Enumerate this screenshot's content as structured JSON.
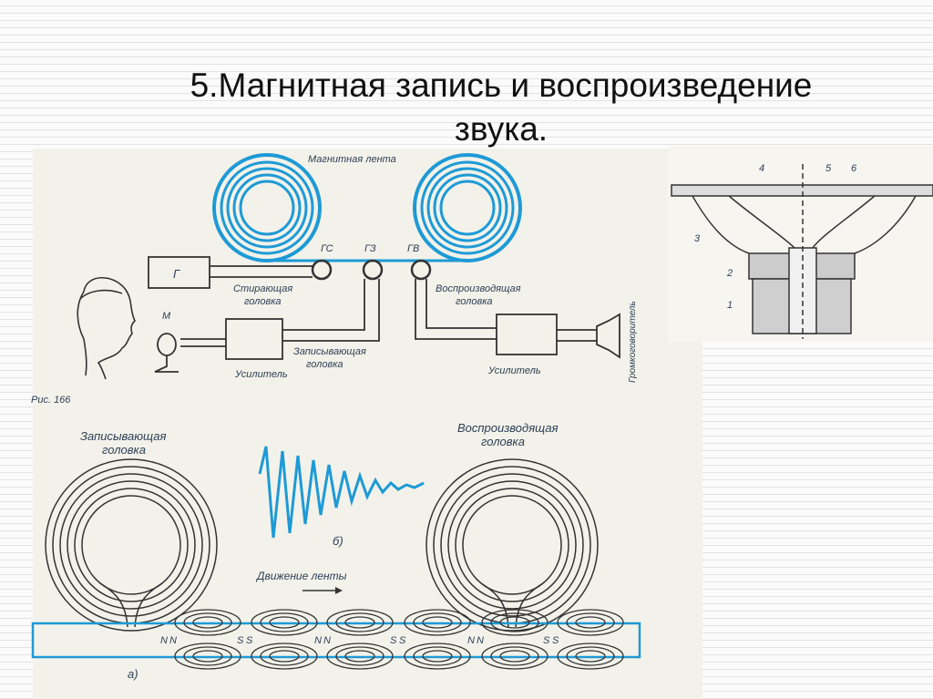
{
  "slide": {
    "title_line1": "5.Магнитная запись и воспроизведение",
    "title_line2": "звука."
  },
  "figure_top": {
    "tape_label": "Магнитная лента",
    "head_gs": "ГС",
    "head_gz": "ГЗ",
    "head_gv": "ГВ",
    "generator": "Г",
    "erasing_head": [
      "Стирающая",
      "головка"
    ],
    "recording_head": [
      "Записывающая",
      "головка"
    ],
    "playback_head": [
      "Воспроизводящая",
      "головка"
    ],
    "mic": "М",
    "amp_left": "Усилитель",
    "amp_right": "Усилитель",
    "speaker": "Громкоговоритель",
    "fig_caption": "Рис. 166"
  },
  "figure_speaker": {
    "n1": "1",
    "n2": "2",
    "n3": "3",
    "n4": "4",
    "n5": "5",
    "n6": "6"
  },
  "figure_bottom": {
    "recording_head": [
      "Записывающая",
      "головка"
    ],
    "playback_head": [
      "Воспроизводящая",
      "головка"
    ],
    "tape_motion": "Движение ленты",
    "label_a": "а)",
    "label_b": "б)",
    "poles": [
      "N",
      "N",
      "S",
      "S",
      "N",
      "N",
      "S",
      "S",
      "N",
      "N",
      "S",
      "S"
    ]
  },
  "colors": {
    "tape_blue": "#1e9ad6",
    "line": "#333333"
  }
}
